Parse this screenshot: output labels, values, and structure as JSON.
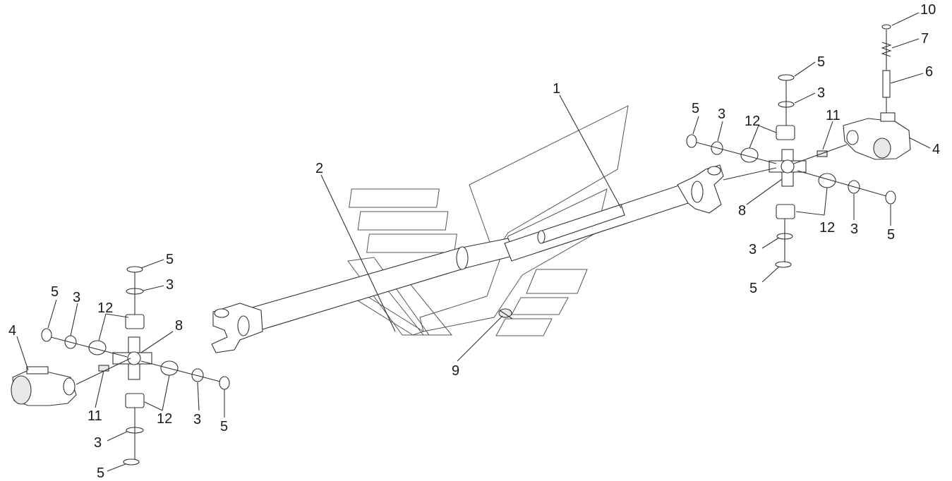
{
  "labels": [
    {
      "text": "1"
    },
    {
      "text": "2"
    },
    {
      "text": "9"
    },
    {
      "text": "4"
    },
    {
      "text": "5"
    },
    {
      "text": "3"
    },
    {
      "text": "12"
    },
    {
      "text": "8"
    },
    {
      "text": "5"
    },
    {
      "text": "3"
    },
    {
      "text": "11"
    },
    {
      "text": "12"
    },
    {
      "text": "3"
    },
    {
      "text": "5"
    },
    {
      "text": "3"
    },
    {
      "text": "5"
    },
    {
      "text": "10"
    },
    {
      "text": "7"
    },
    {
      "text": "6"
    },
    {
      "text": "4"
    },
    {
      "text": "5"
    },
    {
      "text": "3"
    },
    {
      "text": "5"
    },
    {
      "text": "3"
    },
    {
      "text": "12"
    },
    {
      "text": "11"
    },
    {
      "text": "8"
    },
    {
      "text": "12"
    },
    {
      "text": "3"
    },
    {
      "text": "5"
    },
    {
      "text": "3"
    },
    {
      "text": "5"
    }
  ]
}
